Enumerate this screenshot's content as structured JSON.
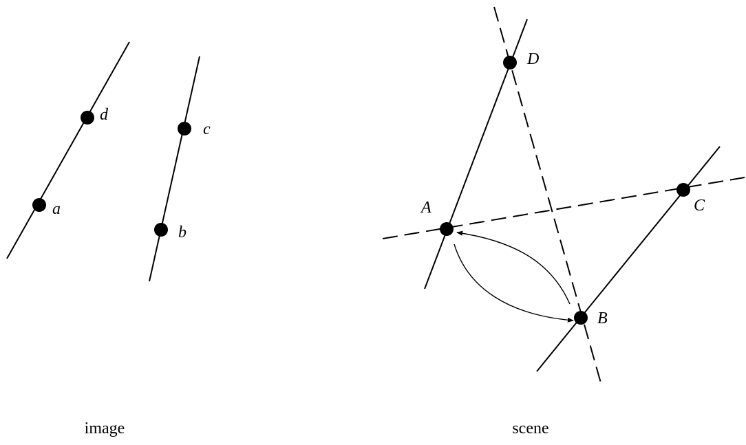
{
  "image_panel": {
    "caption": "image",
    "points": {
      "a": "a",
      "b": "b",
      "c": "c",
      "d": "d"
    }
  },
  "scene_panel": {
    "caption": "scene",
    "points": {
      "A": "A",
      "B": "B",
      "C": "C",
      "D": "D"
    }
  }
}
